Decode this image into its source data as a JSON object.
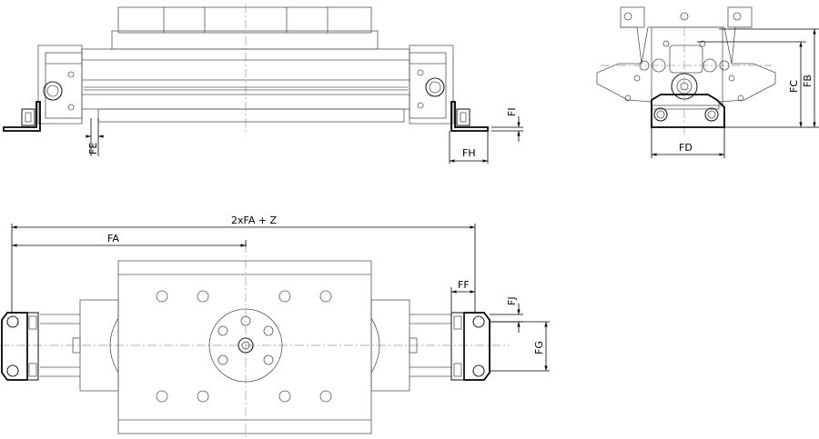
{
  "dimensions": {
    "fe": "FE",
    "fh": "FH",
    "fi": "FI",
    "fc": "FC",
    "fb": "FB",
    "fd": "FD",
    "total": "2xFA + Z",
    "fa": "FA",
    "ff": "FF",
    "fj": "FJ",
    "fg": "FG"
  }
}
